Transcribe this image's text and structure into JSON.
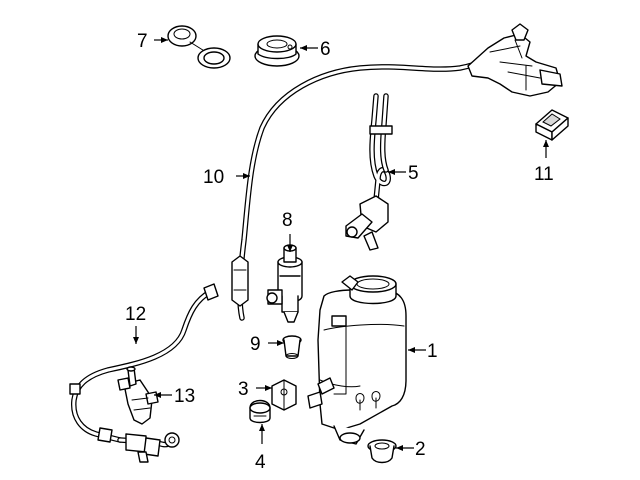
{
  "diagram": {
    "background": "#ffffff",
    "line_color": "#000000",
    "callouts": [
      {
        "id": "1",
        "label": "1"
      },
      {
        "id": "2",
        "label": "2"
      },
      {
        "id": "3",
        "label": "3"
      },
      {
        "id": "4",
        "label": "4"
      },
      {
        "id": "5",
        "label": "5"
      },
      {
        "id": "6",
        "label": "6"
      },
      {
        "id": "7",
        "label": "7"
      },
      {
        "id": "8",
        "label": "8"
      },
      {
        "id": "9",
        "label": "9"
      },
      {
        "id": "10",
        "label": "10"
      },
      {
        "id": "11",
        "label": "11"
      },
      {
        "id": "12",
        "label": "12"
      },
      {
        "id": "13",
        "label": "13"
      }
    ]
  }
}
